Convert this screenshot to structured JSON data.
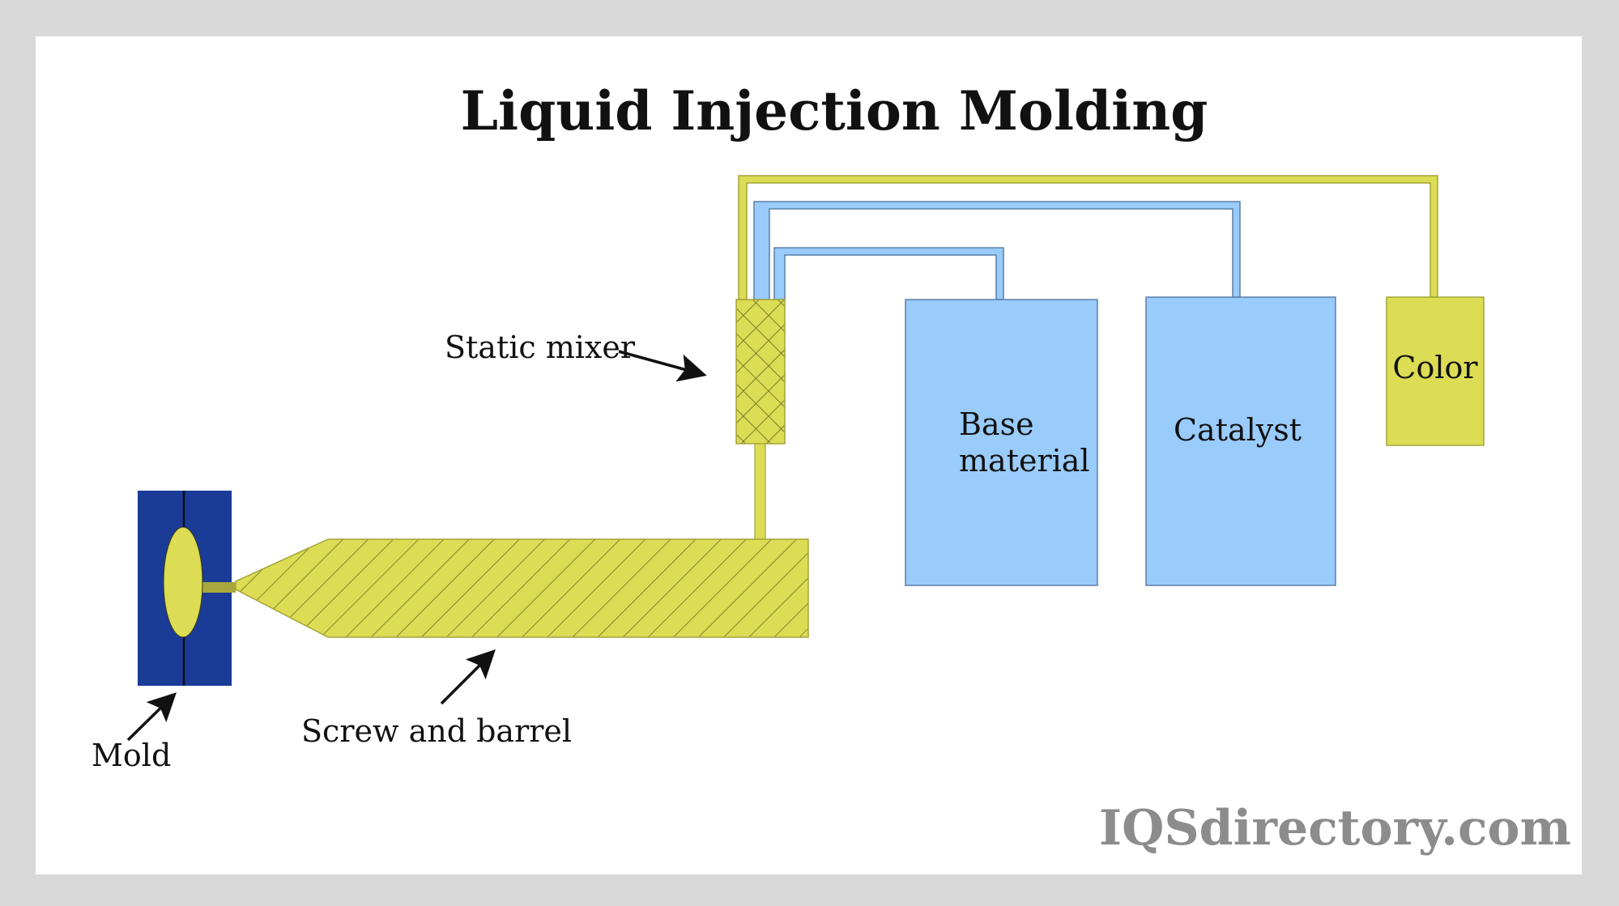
{
  "title": "Liquid Injection Molding",
  "labels": {
    "static_mixer": "Static mixer",
    "mold": "Mold",
    "screw_and_barrel": "Screw and barrel",
    "base_material_line1": "Base",
    "base_material_line2": "material",
    "catalyst": "Catalyst",
    "color": "Color"
  },
  "watermark": "IQSdirectory.com",
  "colors": {
    "background": "#d9d9d9",
    "panel": "#ffffff",
    "yellow": "#dcdc55",
    "yellow_dark": "#a4a43a",
    "blue_tank": "#99cbfb",
    "blue_outline": "#5b7fa8",
    "mold_blue": "#1a3c96",
    "text": "#111111",
    "watermark": "#8c8c8c"
  }
}
